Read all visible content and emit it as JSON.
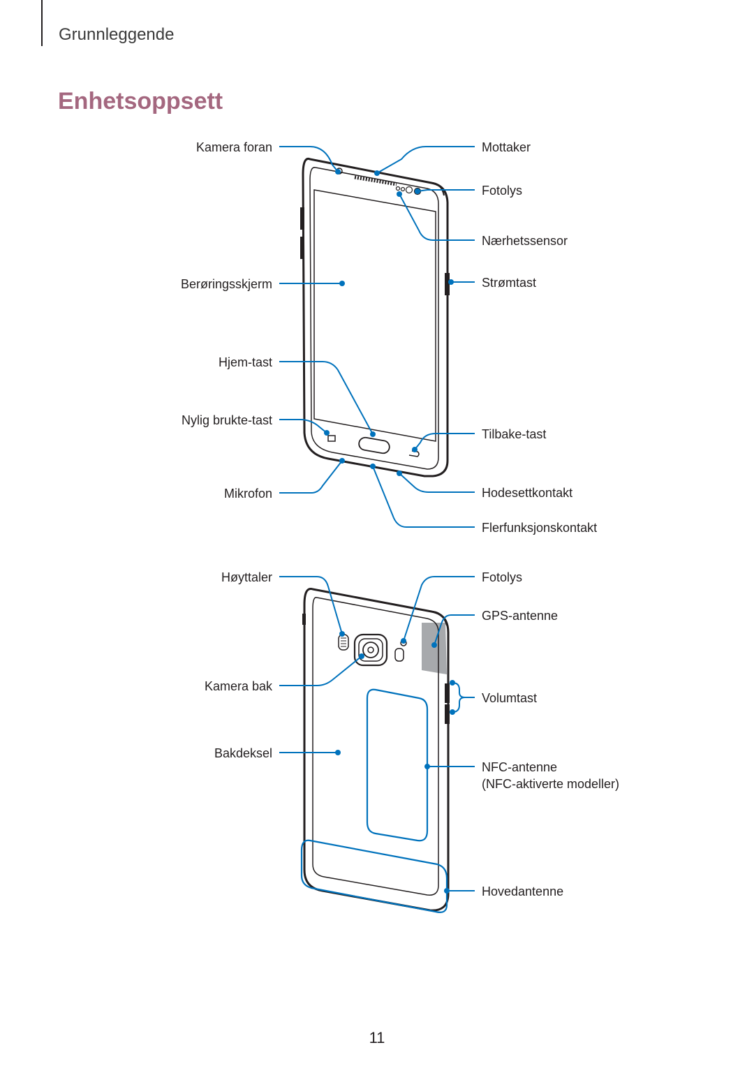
{
  "header": {
    "section": "Grunnleggende"
  },
  "title": "Enhetsoppsett",
  "front_labels": {
    "front_camera": "Kamera foran",
    "receiver": "Mottaker",
    "flash": "Fotolys",
    "proximity_sensor": "Nærhetssensor",
    "touchscreen": "Berøringsskjerm",
    "power_key": "Strømtast",
    "home_key": "Hjem-tast",
    "recent_key": "Nylig brukte-tast",
    "back_key": "Tilbake-tast",
    "microphone": "Mikrofon",
    "headset_jack": "Hodesettkontakt",
    "multipurpose_jack": "Flerfunksjonskontakt"
  },
  "back_labels": {
    "speaker": "Høyttaler",
    "flash": "Fotolys",
    "gps_antenna": "GPS-antenne",
    "rear_camera": "Kamera bak",
    "volume_key": "Volumtast",
    "back_cover": "Bakdeksel",
    "nfc_antenna": "NFC-antenne",
    "nfc_note": "(NFC-aktiverte modeller)",
    "main_antenna": "Hovedantenne"
  },
  "page_number": "11",
  "colors": {
    "title": "#a4677f",
    "callout": "#0072bc",
    "outline": "#231f20",
    "shade": "#a7a9ac"
  }
}
